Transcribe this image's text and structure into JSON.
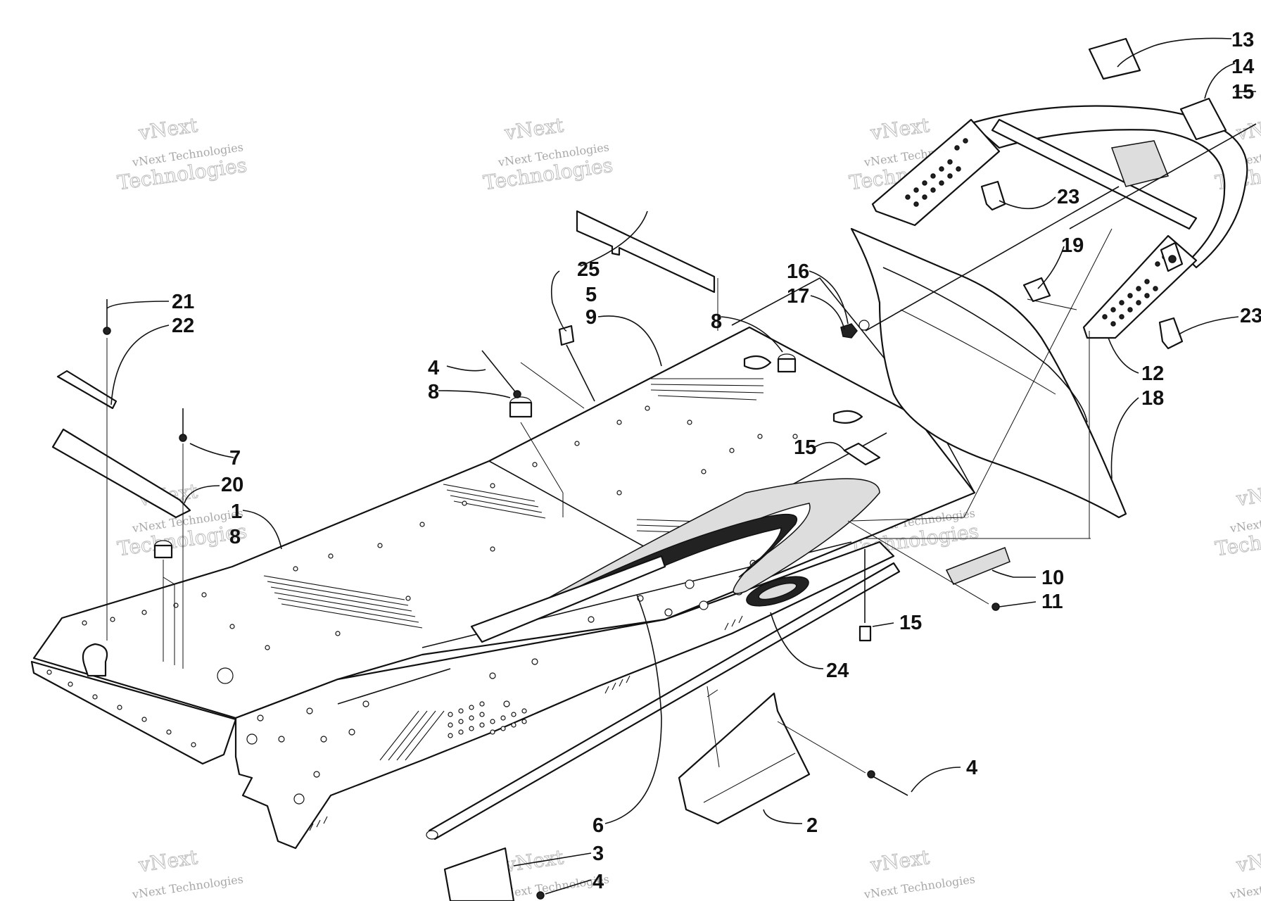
{
  "labels": {
    "p1": "1",
    "p2": "2",
    "p3": "3",
    "p4a": "4",
    "p4b": "4",
    "p4c": "4",
    "p5": "5",
    "p6": "6",
    "p7": "7",
    "p8a": "8",
    "p8b": "8",
    "p8c": "8",
    "p9": "9",
    "p10": "10",
    "p11": "11",
    "p12": "12",
    "p13": "13",
    "p14": "14",
    "p15a": "15",
    "p15b": "15",
    "p15c": "15",
    "p16": "16",
    "p17": "17",
    "p18": "18",
    "p19": "19",
    "p20": "20",
    "p21": "21",
    "p22": "22",
    "p23a": "23",
    "p23b": "23",
    "p24": "24",
    "p25": "25"
  },
  "watermark": {
    "small": "vNext Technologies",
    "large": "Technologies",
    "top": "vNext"
  }
}
